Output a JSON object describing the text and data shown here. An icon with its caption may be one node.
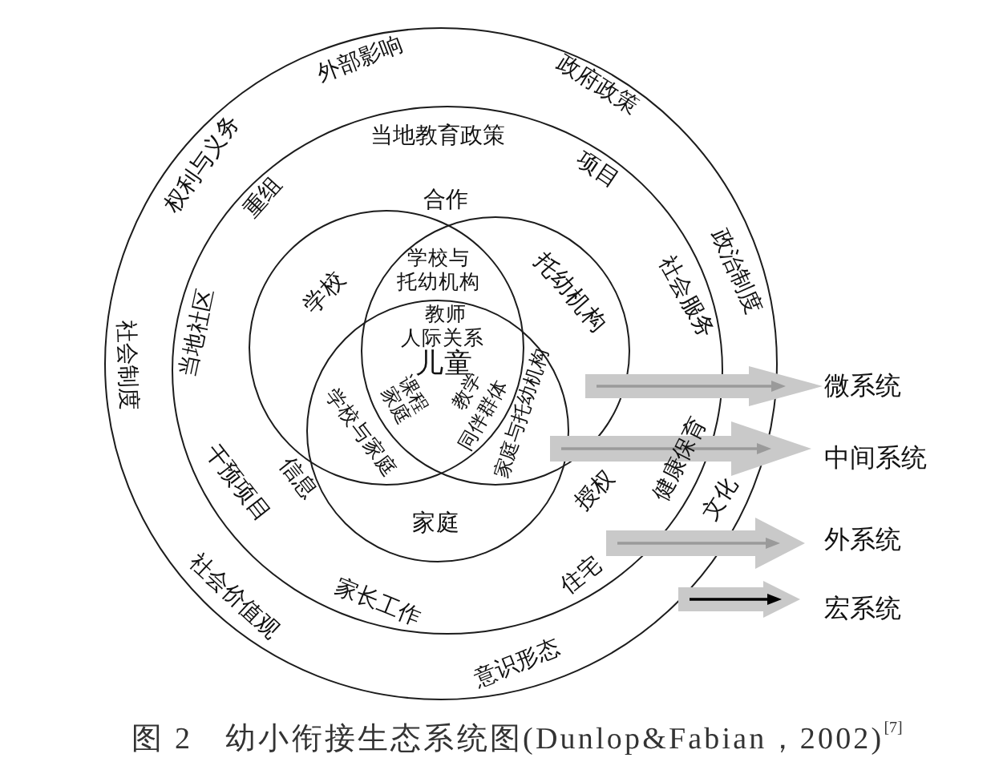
{
  "diagram": {
    "caption": "图 2　幼小衔接生态系统图(Dunlop&Fabian，2002)$^{[7]}$",
    "nodes": [
      {
        "text": [],
        "shape": "circle"
      },
      {
        "text": [],
        "shape": "circle",
        "in": 0
      },
      {
        "text": [
          "学校"
        ],
        "in": 1
      },
      {
        "text": [
          "托幼机构"
        ],
        "in": 1
      },
      {
        "text": [
          "家庭"
        ],
        "in": 1
      },
      {
        "text": [
          "微系统"
        ]
      },
      {
        "text": [
          "中间系统"
        ]
      },
      {
        "text": [
          "外系统"
        ]
      },
      {
        "text": [
          "宏系统"
        ]
      }
    ],
    "edges": [
      {
        "from": null,
        "to": 5,
        "arrow": "to"
      },
      {
        "from": null,
        "to": 6,
        "arrow": "to"
      },
      {
        "from": null,
        "to": 7,
        "arrow": "to"
      },
      {
        "from": null,
        "to": 8,
        "arrow": "to",
        "color": "#000000"
      }
    ],
    "labels": [
      "外部影响",
      "政府政策",
      "政治制度",
      "文化",
      "意识形态",
      "社会价值观",
      "社会制度",
      "权利与义务",
      "当地教育政策",
      "合作",
      "项目",
      "社会服务",
      "健康保育",
      "授权",
      "住宅",
      "家长工作",
      "信息",
      "干预项目",
      "当地社区",
      "重组",
      "学校与托幼机构",
      "教师",
      "人际关系",
      "儿童",
      "学校与家庭",
      "课程",
      "家庭",
      "教学",
      "同伴群体",
      "家庭与托幼机构"
    ]
  }
}
